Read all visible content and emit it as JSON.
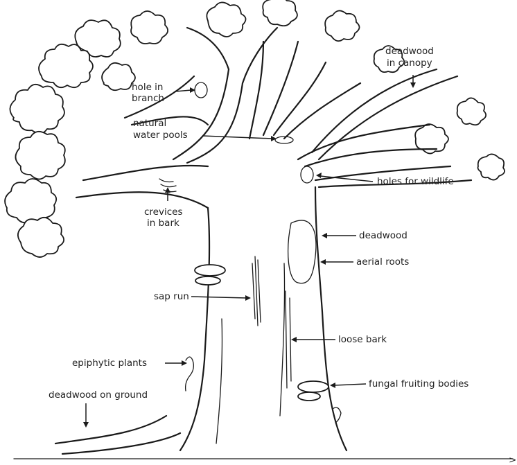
{
  "labels": {
    "hole_in_branch": [
      "hole in",
      "branch"
    ],
    "natural_water_pools": [
      "natural",
      "water pools"
    ],
    "deadwood_in_canopy": [
      "deadwood",
      "in canopy"
    ],
    "holes_for_wildlife": "holes for wildlife",
    "crevices_in_bark": [
      "crevices",
      "in bark"
    ],
    "deadwood": "deadwood",
    "aerial_roots": "aerial roots",
    "sap_run": "sap run",
    "loose_bark": "loose bark",
    "epiphytic_plants": "epiphytic plants",
    "fungal_fruiting_bodies": "fungal fruiting bodies",
    "deadwood_on_ground": "deadwood on ground"
  },
  "corner_mark": ">"
}
